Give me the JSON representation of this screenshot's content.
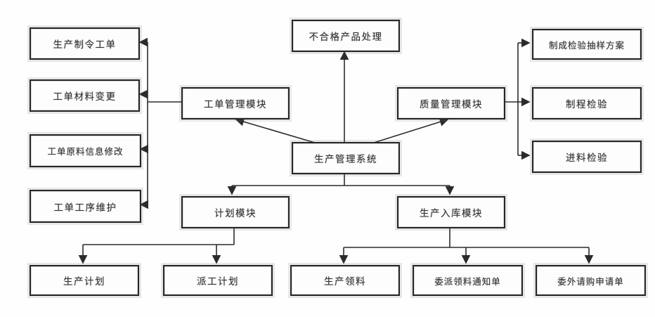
{
  "diagram_title": "",
  "nodes": {
    "center": "生产管理系统",
    "defective": "不合格产品处理",
    "work_order_module": "工单管理模块",
    "quality_module": "质量管理模块",
    "plan_module": "计划模块",
    "inbound_module": "生产入库模块",
    "left": [
      "生产制令工单",
      "工单材料变更",
      "工单原料信息修改",
      "工单工序维护"
    ],
    "right": [
      "制成检验抽样方案",
      "制程检验",
      "进料检验"
    ],
    "plan_children": [
      "生产计划",
      "派工计划"
    ],
    "inbound_children": [
      "生产领料",
      "委派领料通知单",
      "委外请购申请单"
    ]
  },
  "edges": [
    "生产管理系统 -> 不合格产品处理",
    "生产管理系统 -> 工单管理模块",
    "生产管理系统 -> 质量管理模块",
    "生产管理系统 -> 计划模块",
    "生产管理系统 -> 生产入库模块",
    "工单管理模块 -> 生产制令工单",
    "工单管理模块 -> 工单材料变更",
    "工单管理模块 -> 工单原料信息修改",
    "工单管理模块 -> 工单工序维护",
    "质量管理模块 -> 制成检验抽样方案",
    "质量管理模块 -> 制程检验",
    "质量管理模块 -> 进料检验",
    "计划模块 -> 生产计划",
    "计划模块 -> 派工计划",
    "生产入库模块 -> 生产领料",
    "生产入库模块 -> 委派领料通知单",
    "生产入库模块 -> 委外请购申请单"
  ],
  "colors": {
    "line": "#2b2b2b",
    "box_border": "#262626",
    "box_fill": "#fdfdfd",
    "text": "#333333",
    "background": "#fefefe"
  }
}
